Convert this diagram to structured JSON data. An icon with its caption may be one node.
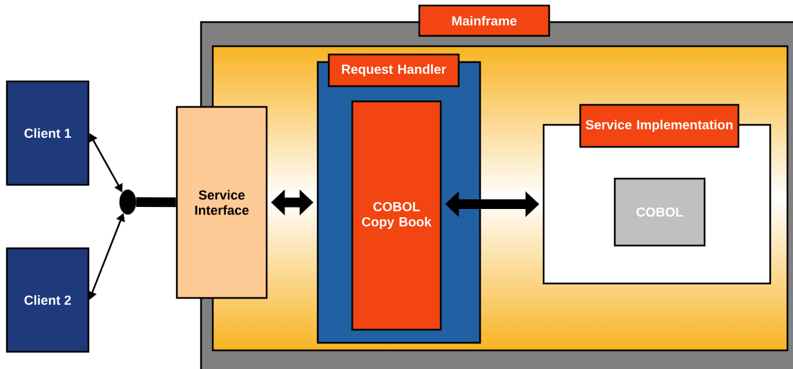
{
  "diagram": {
    "nodes": [
      {
        "text": [
          "Client 1"
        ]
      },
      {
        "text": [
          "Client 2"
        ]
      },
      {
        "text": [],
        "shape": "circle"
      },
      {
        "text": [
          "Service Interface"
        ]
      },
      {
        "text": [
          "Mainframe"
        ]
      },
      {
        "text": [],
        "shape": "box",
        "in": 4
      },
      {
        "text": [
          "Request Handler"
        ],
        "in": 5
      },
      {
        "text": [
          "COBOL Copy Book"
        ],
        "in": 6
      },
      {
        "text": [
          "Service Implementation"
        ],
        "in": 5
      },
      {
        "text": [
          "COBOL"
        ],
        "in": 8
      }
    ],
    "edges": [
      {
        "from": 0,
        "to": 2,
        "arrow": "both"
      },
      {
        "from": 1,
        "to": 2,
        "arrow": "both"
      },
      {
        "from": 2,
        "to": 3,
        "arrow": "none"
      },
      {
        "from": 3,
        "to": 6,
        "arrow": "both"
      },
      {
        "from": 7,
        "to": 8,
        "arrow": "both"
      }
    ]
  }
}
